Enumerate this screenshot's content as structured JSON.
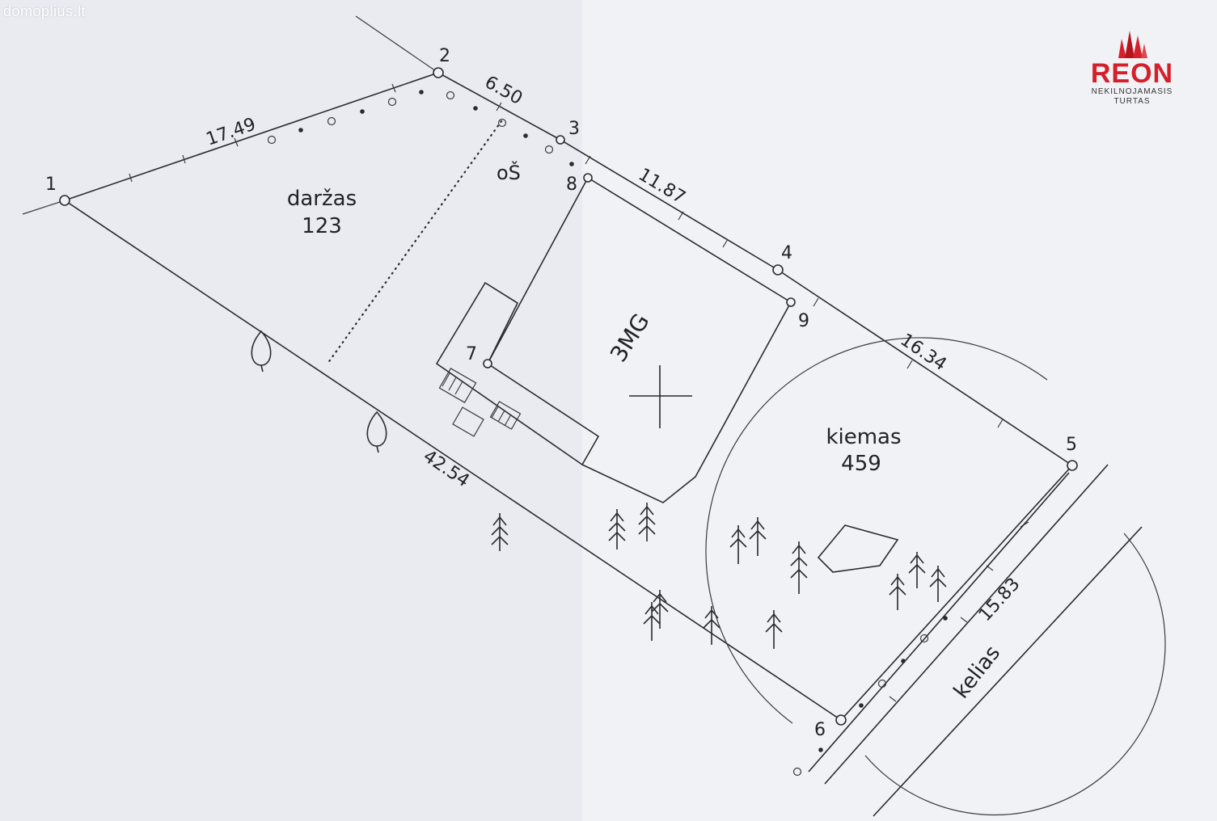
{
  "watermark": "domoplius.lt",
  "logo": {
    "name": "REON",
    "line1": "NEKILNOJAMASIS",
    "line2": "TURTAS",
    "color": "#d4202a"
  },
  "points": {
    "p1": "1",
    "p2": "2",
    "p3": "3",
    "p4": "4",
    "p5": "5",
    "p6": "6",
    "p7": "7",
    "p8": "8",
    "p9": "9"
  },
  "distances": {
    "d12": "17.49",
    "d23": "6.50",
    "d34": "11.87",
    "d45": "16.34",
    "d56": "15.83",
    "d61": "42.54"
  },
  "areas": {
    "garden": {
      "name": "daržas",
      "value": "123"
    },
    "yard": {
      "name": "kiemas",
      "value": "459"
    }
  },
  "building": {
    "code": "3MG"
  },
  "outbuilding": {
    "code": "oŠ"
  },
  "road": {
    "name": "kelias"
  }
}
